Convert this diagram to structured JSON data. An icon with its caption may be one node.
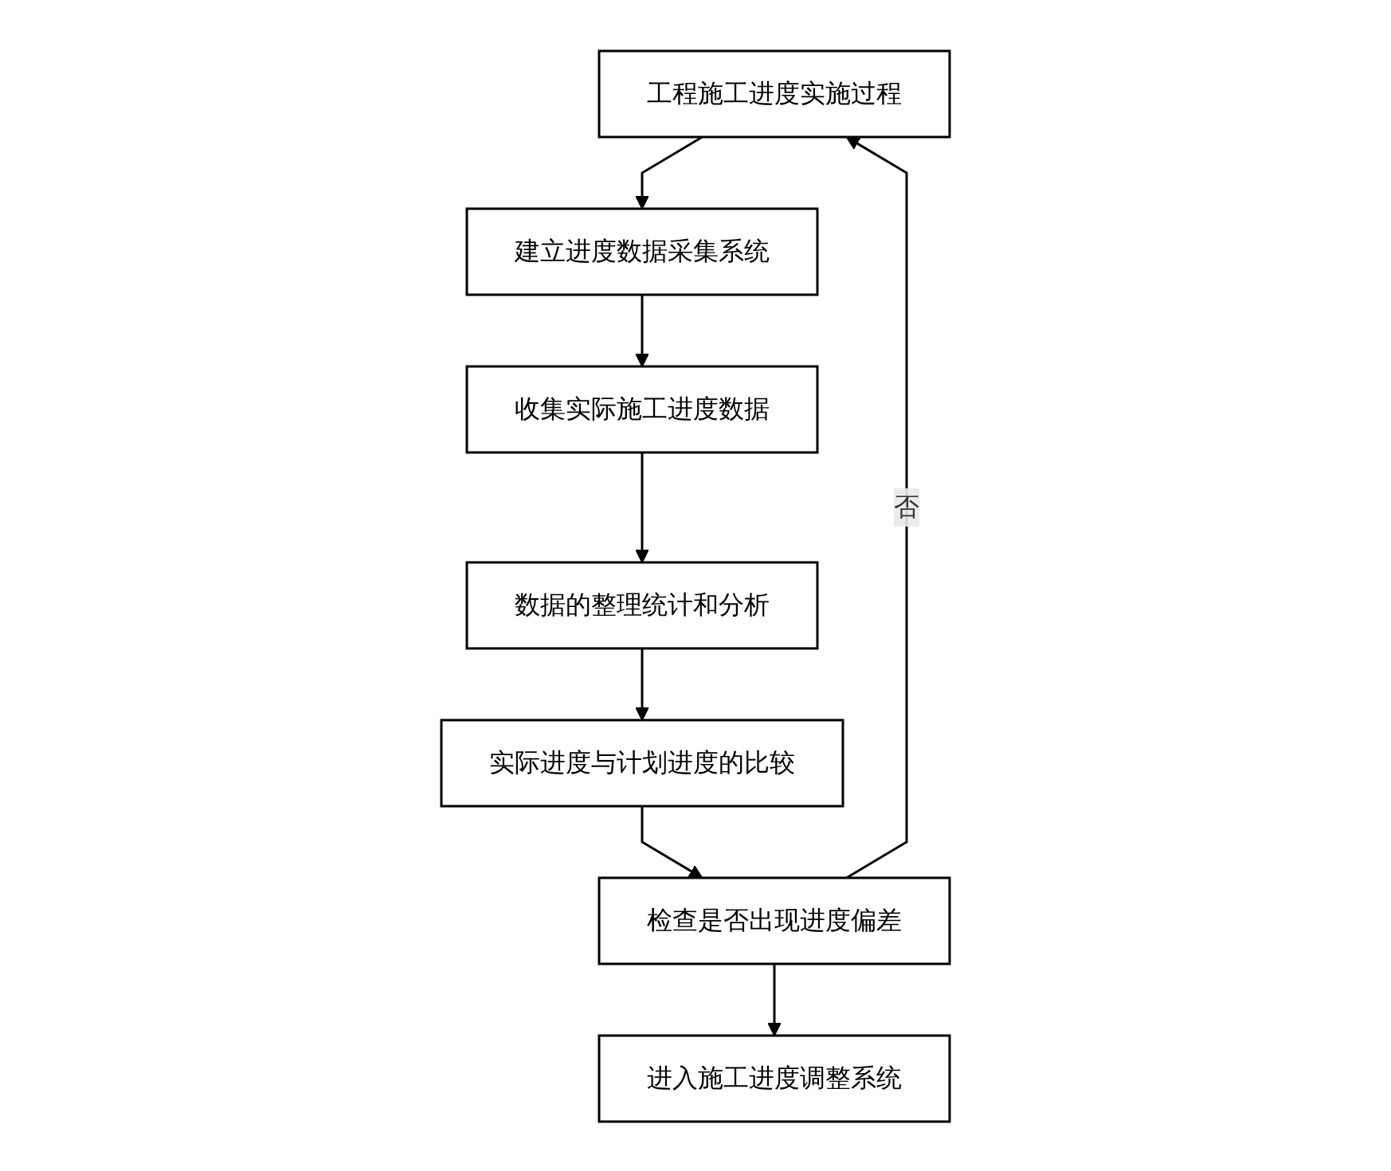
{
  "diagram": {
    "nodes": [
      {
        "text": [
          "工程施工进度实施过程"
        ]
      },
      {
        "text": [
          "建立进度数据采集系统"
        ]
      },
      {
        "text": [
          "收集实际施工进度数据"
        ]
      },
      {
        "text": [
          "数据的整理统计和分析"
        ]
      },
      {
        "text": [
          "实际进度与计划进度的比较"
        ]
      },
      {
        "text": [
          "检查是否出现进度偏差"
        ]
      },
      {
        "text": [
          "进入施工进度调整系统"
        ]
      }
    ],
    "edges": [
      {
        "from": 0,
        "to": 1,
        "arrow": "to"
      },
      {
        "from": 1,
        "to": 2,
        "arrow": "to"
      },
      {
        "from": 2,
        "to": 3,
        "arrow": "to"
      },
      {
        "from": 3,
        "to": 4,
        "arrow": "to"
      },
      {
        "from": 4,
        "to": 5,
        "arrow": "to"
      },
      {
        "from": 5,
        "to": 6,
        "arrow": "to"
      },
      {
        "from": 5,
        "to": 0,
        "arrow": "to",
        "label": "否"
      }
    ]
  }
}
